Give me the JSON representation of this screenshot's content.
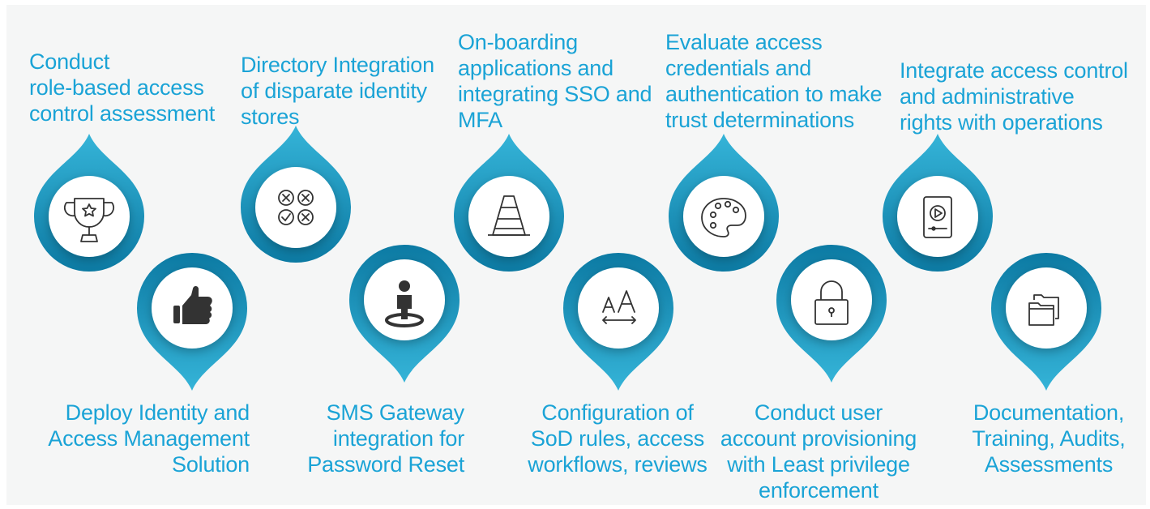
{
  "colors": {
    "accent": "#1aa3d6",
    "pin_light": "#2aa9cf",
    "pin_dark": "#0d7ea6",
    "panel": "#f5f6f6",
    "icon": "#333333"
  },
  "steps": [
    {
      "label": "Conduct\nrole-based access\ncontrol assessment",
      "icon": "trophy-icon"
    },
    {
      "label": "Deploy Identity and\nAccess Management\nSolution",
      "icon": "thumbs-up-icon"
    },
    {
      "label": "Directory Integration\nof disparate identity\nstores",
      "icon": "check-cross-grid-icon"
    },
    {
      "label": "SMS Gateway\nintegration for\nPassword Reset",
      "icon": "user-location-icon"
    },
    {
      "label": "On-boarding\napplications and\nintegrating SSO and\nMFA",
      "icon": "traffic-cone-icon"
    },
    {
      "label": "Configuration of\nSoD rules, access\nworkflows, reviews",
      "icon": "font-size-icon"
    },
    {
      "label": "Evaluate access\ncredentials and\nauthentication to make\ntrust determinations",
      "icon": "palette-icon"
    },
    {
      "label": "Conduct user\naccount provisioning\nwith Least privilege\nenforcement",
      "icon": "padlock-icon"
    },
    {
      "label": "Integrate access control\nand administrative\nrights with operations",
      "icon": "video-player-icon"
    },
    {
      "label": "Documentation,\nTraining, Audits,\nAssessments",
      "icon": "folders-icon"
    }
  ]
}
